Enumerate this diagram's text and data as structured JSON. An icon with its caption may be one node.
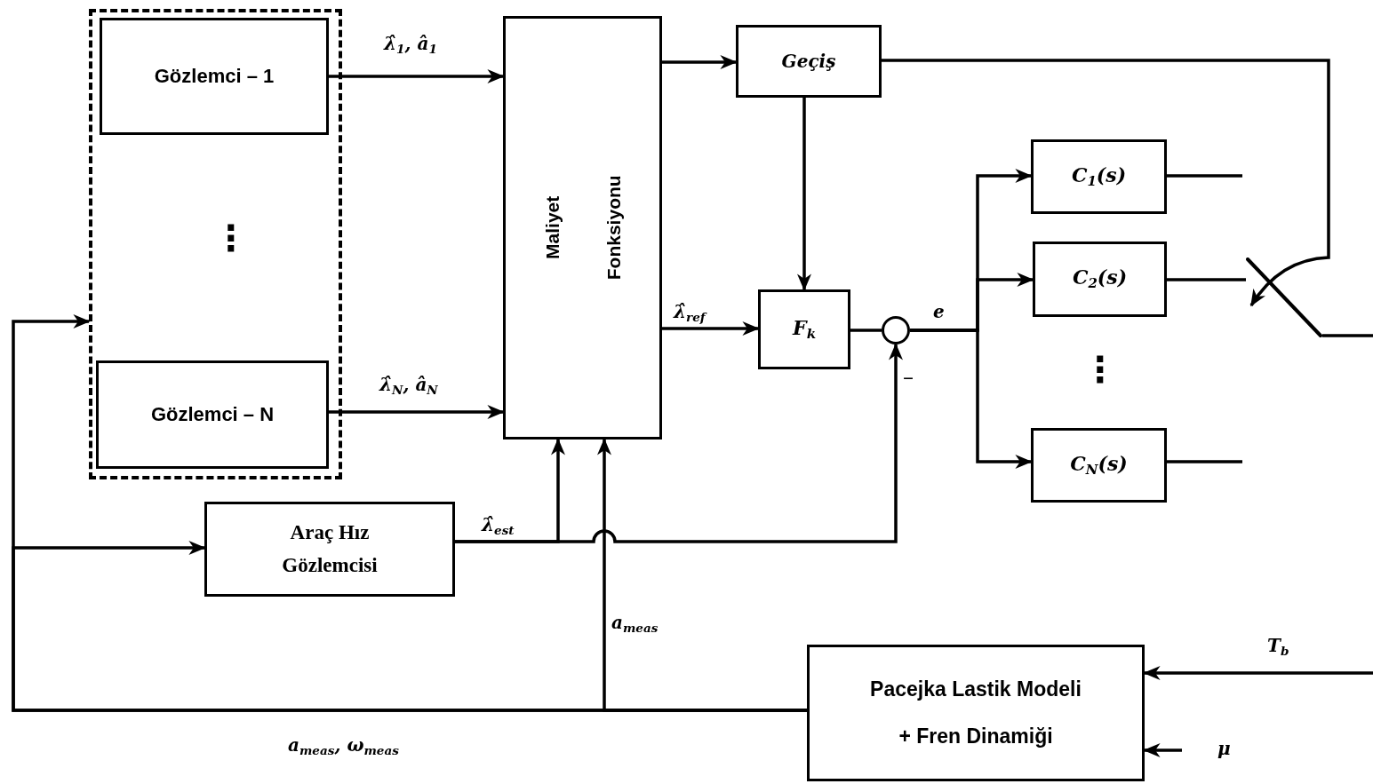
{
  "diagram": {
    "nodes": [
      {
        "text": [],
        "shape": "box"
      },
      {
        "text": [
          "Gözlemci – 1"
        ],
        "in": 0
      },
      {
        "text": [
          "Gözlemci – N"
        ],
        "in": 0
      },
      {
        "text": [
          "Maliyet Fonksiyonu"
        ]
      },
      {
        "text": [
          "Geçiş"
        ]
      },
      {
        "text": [
          "F$_{k}$"
        ]
      },
      {
        "text": [],
        "shape": "circle",
        "beside": [
          "–"
        ]
      },
      {
        "text": [
          "C$_{1}$(s)"
        ]
      },
      {
        "text": [
          "C$_{2}$(s)"
        ]
      },
      {
        "text": [
          "C$_{N}$(s)"
        ]
      },
      {
        "text": [
          "Araç Hız Gözlemcisi"
        ]
      },
      {
        "text": [
          "Pacejka Lastik Modeli + Fren Dinamiği"
        ]
      },
      {
        "text": [],
        "shape": "switch"
      }
    ],
    "edges": [
      {
        "from": 1,
        "to": 3,
        "arrow": "to",
        "label": "λ̂$_{1}$, â$_{1}$"
      },
      {
        "from": 2,
        "to": 3,
        "arrow": "to",
        "label": "λ̂$_{N}$, â$_{N}$"
      },
      {
        "from": 3,
        "to": 4,
        "arrow": "to"
      },
      {
        "from": 4,
        "to": 5,
        "arrow": "to"
      },
      {
        "from": 3,
        "to": 5,
        "arrow": "to",
        "label": "λ̂$_{ref}$"
      },
      {
        "from": 5,
        "to": 6,
        "arrow": "none"
      },
      {
        "from": 6,
        "to": 7,
        "arrow": "to",
        "label": "e"
      },
      {
        "from": 6,
        "to": 8,
        "arrow": "to"
      },
      {
        "from": 6,
        "to": 9,
        "arrow": "to"
      },
      {
        "from": 4,
        "to": 12,
        "arrow": "to"
      },
      {
        "from": 7,
        "to": null,
        "arrow": "none"
      },
      {
        "from": 8,
        "to": 12,
        "arrow": "none"
      },
      {
        "from": 9,
        "to": null,
        "arrow": "none"
      },
      {
        "from": 12,
        "to": null,
        "arrow": "none"
      },
      {
        "from": 10,
        "to": 3,
        "arrow": "to",
        "label": "λ̂$_{est}$"
      },
      {
        "from": 10,
        "to": 6,
        "arrow": "to"
      },
      {
        "from": 11,
        "to": 3,
        "arrow": "to",
        "label": "a$_{meas}$"
      },
      {
        "from": 11,
        "to": 10,
        "arrow": "to",
        "label": "a$_{meas}$, ω$_{meas}$"
      },
      {
        "from": 11,
        "to": 0,
        "arrow": "to"
      },
      {
        "from": null,
        "to": 11,
        "arrow": "to",
        "label": "T$_{b}$"
      },
      {
        "from": null,
        "to": 11,
        "arrow": "to",
        "label": "μ"
      }
    ],
    "labels": [
      "⋮",
      "⋮"
    ]
  }
}
